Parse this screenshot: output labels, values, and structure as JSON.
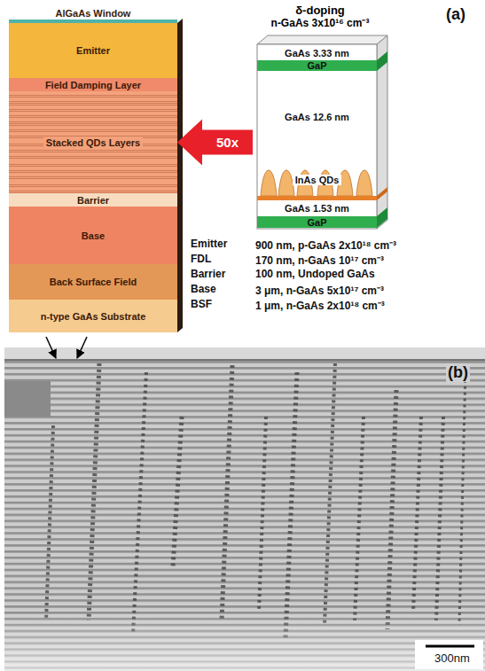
{
  "diagram": {
    "nodes": [
      {
        "text": [
          "AlGaAs Window"
        ]
      },
      {
        "text": [
          "Emitter"
        ]
      },
      {
        "text": [
          "Field Damping Layer"
        ]
      },
      {
        "text": [
          "Stacked QDs Layers"
        ]
      },
      {
        "text": [
          "Barrier"
        ]
      },
      {
        "text": [
          "Base"
        ]
      },
      {
        "text": [
          "Back Surface Field"
        ]
      },
      {
        "text": [
          "n-type GaAs Substrate"
        ]
      },
      {
        "text": [
          "δ-doping",
          "n-GaAs 3x10¹⁶ cm⁻³"
        ]
      },
      {
        "text": [
          "GaAs 3.33 nm"
        ],
        "in": 8
      },
      {
        "text": [
          "GaP"
        ],
        "in": 8
      },
      {
        "text": [
          "GaAs 12.6 nm"
        ],
        "in": 8
      },
      {
        "text": [
          "InAs QDs"
        ],
        "in": 8
      },
      {
        "text": [
          "GaAs 1.53 nm"
        ],
        "in": 8
      },
      {
        "text": [
          "GaP"
        ],
        "in": 8
      }
    ],
    "edges": [
      {
        "from": 8,
        "to": 3,
        "arrow": "to",
        "label": "50x"
      }
    ],
    "labels": [
      "(a)",
      "Emitter",
      "900 nm, p-GaAs 2x10¹⁸ cm⁻³",
      "FDL",
      "170 nm, n-GaAs 10¹⁷ cm⁻³",
      "Barrier",
      "100 nm, Undoped GaAs",
      "Base",
      "3 μm, n-GaAs 5x10¹⁷ cm⁻³",
      "BSF",
      "1 μm, n-GaAs 2x10¹⁸ cm⁻³",
      "(b)",
      "300nm"
    ]
  }
}
